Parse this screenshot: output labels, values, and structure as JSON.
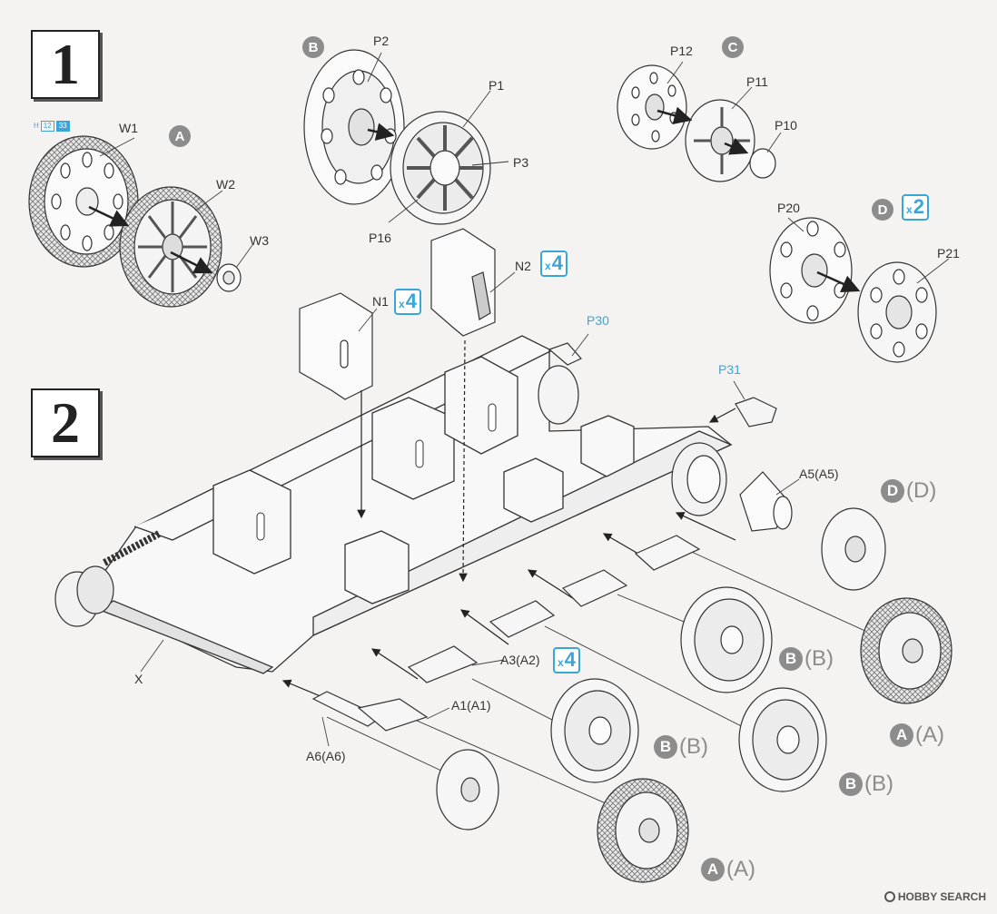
{
  "steps": {
    "step1": "1",
    "step2": "2"
  },
  "ref": {
    "h": "H",
    "a": "12",
    "b": "33"
  },
  "subassemblies": {
    "a": "A",
    "b": "B",
    "c": "C",
    "d": "D"
  },
  "multipliers": {
    "d": "2",
    "n1": "4",
    "n2": "4",
    "a3": "4",
    "x": "x"
  },
  "parts": {
    "w1": "W1",
    "w2": "W2",
    "w3": "W3",
    "p1": "P1",
    "p2": "P2",
    "p3": "P3",
    "p16": "P16",
    "p10": "P10",
    "p11": "P11",
    "p12": "P12",
    "p20": "P20",
    "p21": "P21",
    "p30": "P30",
    "p31": "P31",
    "n1": "N1",
    "n2": "N2",
    "a1": "A1(A1)",
    "a3": "A3(A2)",
    "a5": "A5(A5)",
    "a6": "A6(A6)",
    "x": "X"
  },
  "callouts": {
    "d_letter": "D",
    "d_paren": "(D)",
    "b_letter": "B",
    "b_paren": "(B)",
    "a_letter": "A",
    "a_paren": "(A)",
    "b2_letter": "B",
    "b2_paren": "(B)",
    "b3_letter": "B",
    "b3_paren": "(B)",
    "a2_letter": "A",
    "a2_paren": "(A)"
  },
  "watermark": "HOBBY SEARCH",
  "colors": {
    "accent_blue": "#3aa6d8",
    "circle_gray": "#8c8c8c",
    "line": "#333333"
  }
}
